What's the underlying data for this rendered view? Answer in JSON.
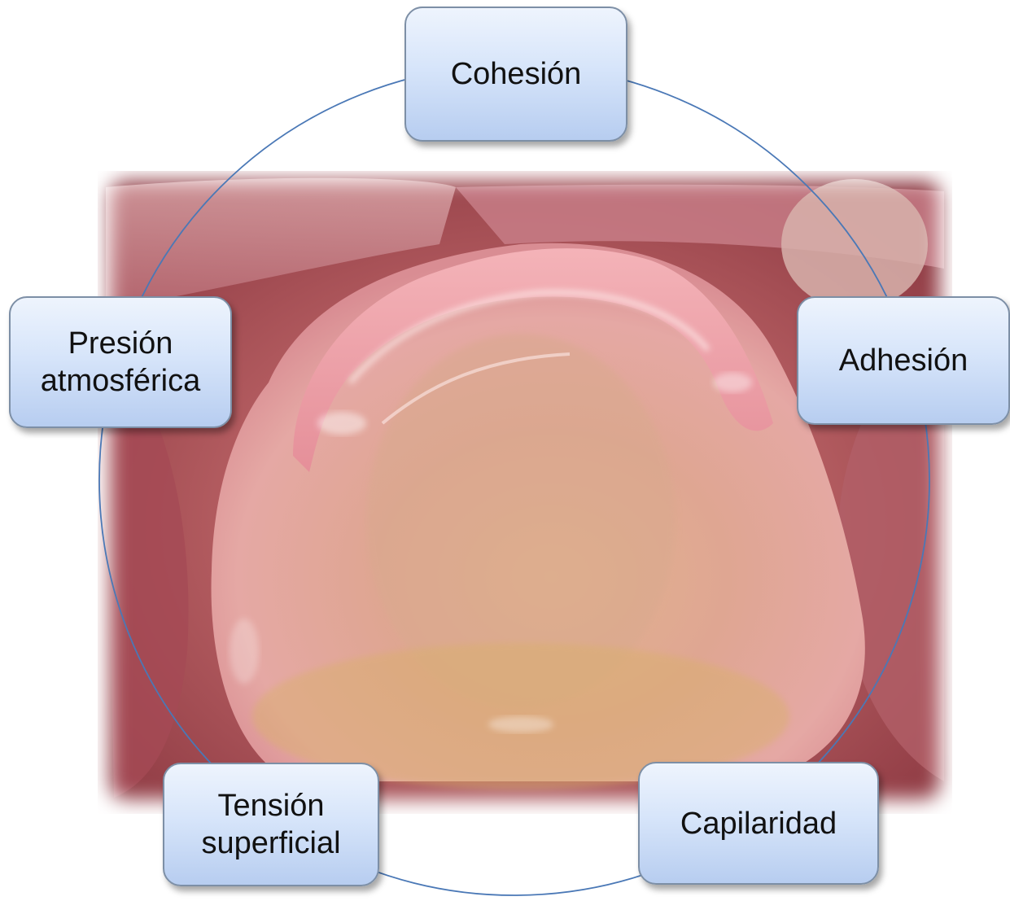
{
  "diagram": {
    "nodes": [
      {
        "id": "cohesion",
        "label": "Cohesión"
      },
      {
        "id": "adhesion",
        "label": "Adhesión"
      },
      {
        "id": "capilaridad",
        "label": "Capilaridad"
      },
      {
        "id": "tension",
        "label": "Tensión\nsuperficial"
      },
      {
        "id": "presion",
        "label": "Presión\natmosférica"
      }
    ],
    "ring_color": "#4a78b6"
  },
  "photo": {
    "subject": "edentulous-maxilla-photo"
  }
}
